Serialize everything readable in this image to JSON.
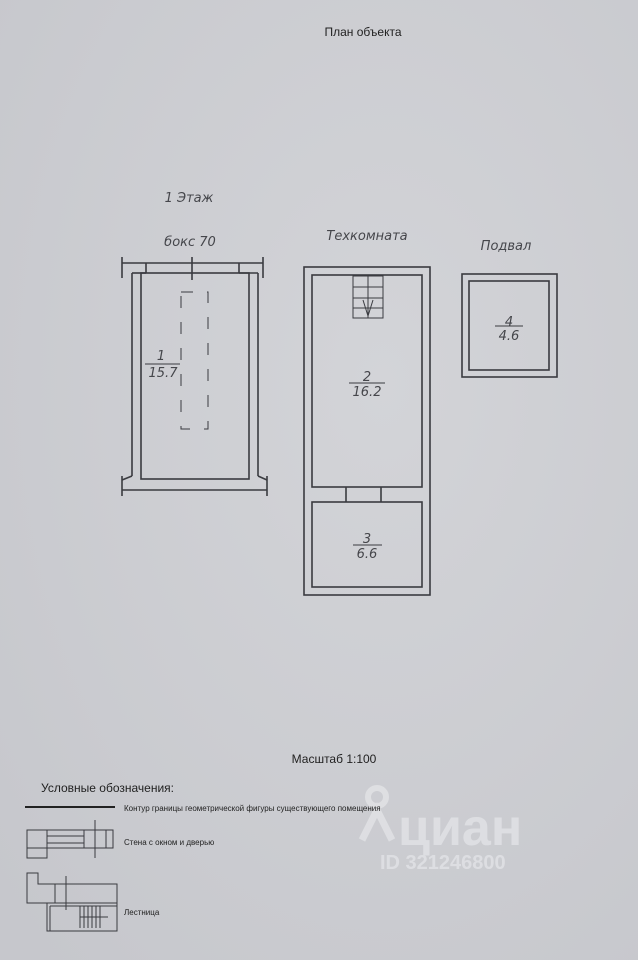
{
  "title": "План объекта",
  "floor_label": "1 Этаж",
  "sections": [
    {
      "name": "бокс 70"
    },
    {
      "name": "Техкомната"
    },
    {
      "name": "Подвал"
    }
  ],
  "rooms": [
    {
      "number": "1",
      "area": "15.7"
    },
    {
      "number": "2",
      "area": "16.2"
    },
    {
      "number": "3",
      "area": "6.6"
    },
    {
      "number": "4",
      "area": "4.6"
    }
  ],
  "scale": "Масштаб 1:100",
  "legend": {
    "title": "Условные обозначения:",
    "items": [
      {
        "label": "Контур границы геометрической фигуры существующего помещения"
      },
      {
        "label": "Стена с окном и дверью"
      },
      {
        "label": "Лестница"
      }
    ]
  },
  "watermark": {
    "brand": "циан",
    "id": "ID 321246800"
  }
}
